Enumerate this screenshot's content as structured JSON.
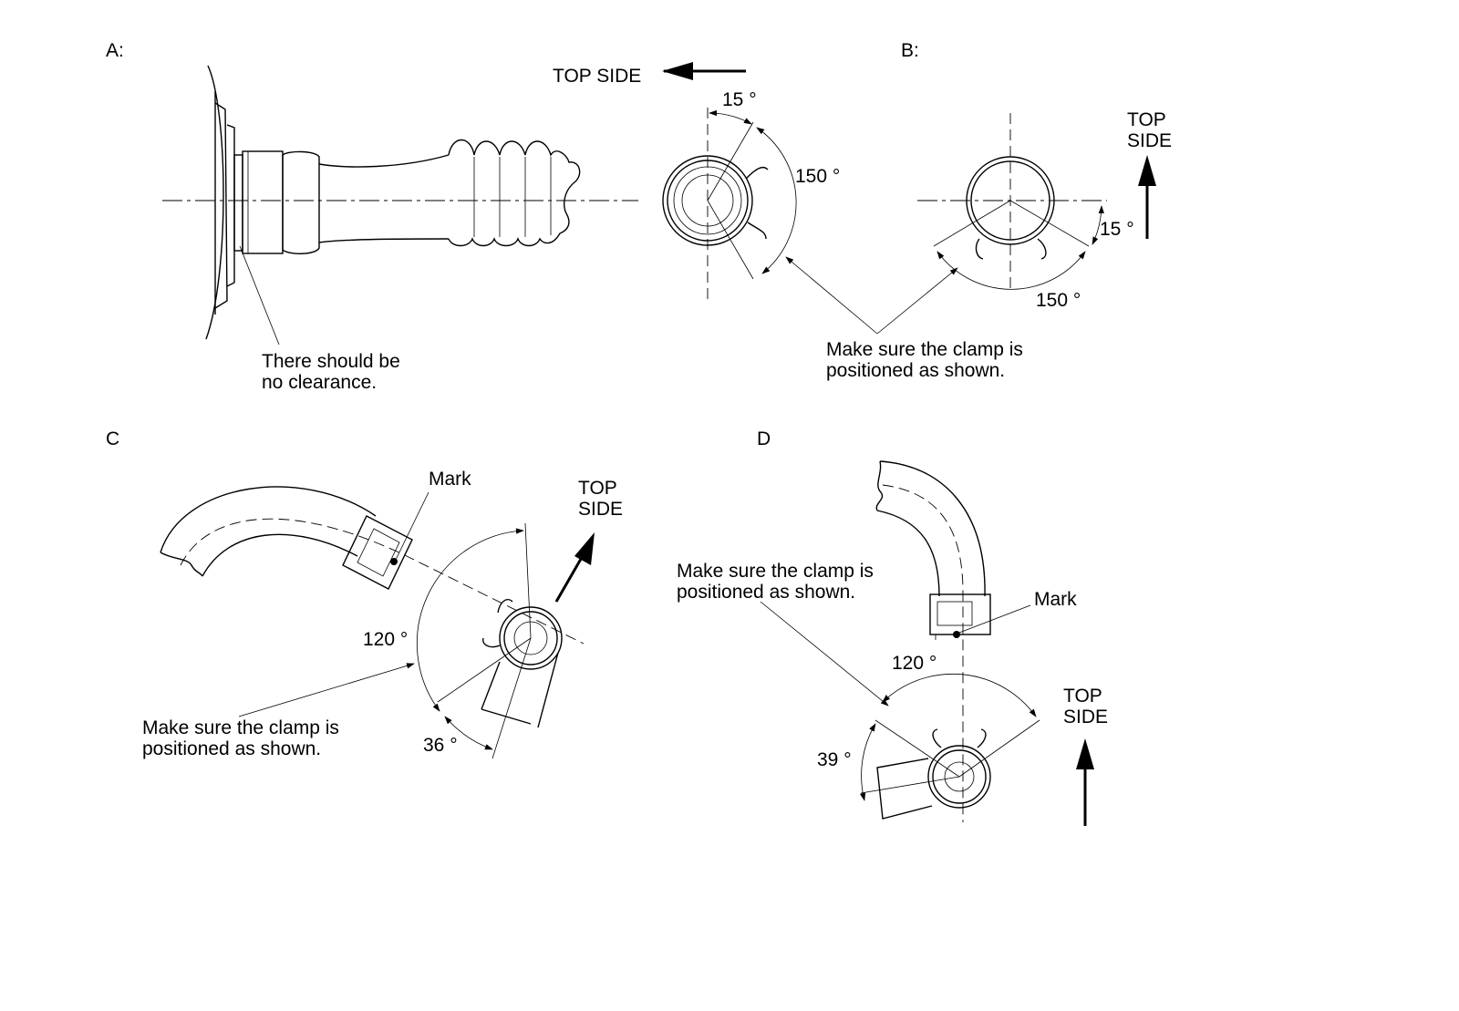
{
  "panels": {
    "a": {
      "label": "A:",
      "top_side": "TOP SIDE",
      "angle_15": "15 °",
      "angle_150": "150 °",
      "note_line1": "There should be",
      "note_line2": "no clearance."
    },
    "b": {
      "label": "B:",
      "top": "TOP",
      "side": "SIDE",
      "angle_15": "15 °",
      "angle_150": "150 °",
      "note_line1": "Make sure the clamp is",
      "note_line2": "positioned as shown."
    },
    "c": {
      "label": "C",
      "mark": "Mark",
      "top": "TOP",
      "side": "SIDE",
      "angle_120": "120 °",
      "angle_36": "36 °",
      "note_line1": "Make sure the clamp is",
      "note_line2": "positioned as shown."
    },
    "d": {
      "label": "D",
      "mark": "Mark",
      "top": "TOP",
      "side": "SIDE",
      "angle_120": "120 °",
      "angle_39": "39 °",
      "note_line1": "Make sure the clamp is",
      "note_line2": "positioned as shown."
    }
  }
}
